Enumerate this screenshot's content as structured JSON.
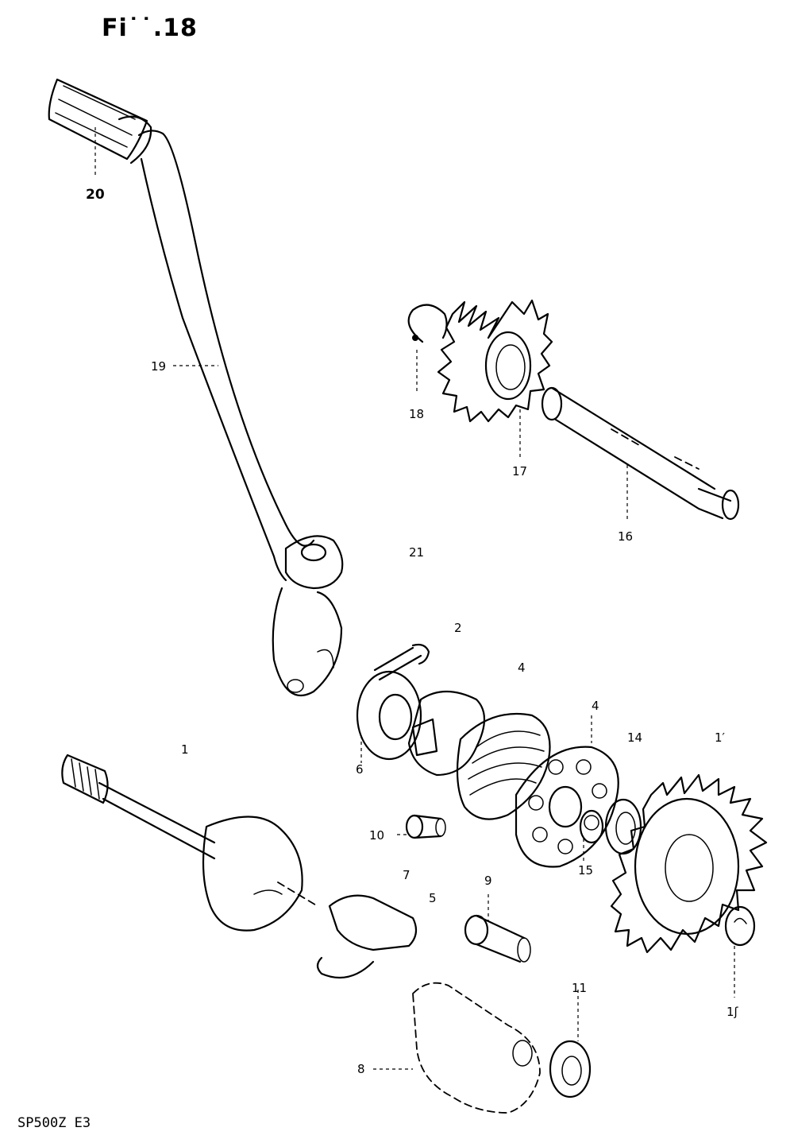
{
  "figure": {
    "title": "Fi˙˙.18",
    "footer": "SP500Z E3"
  },
  "part_labels": {
    "p1": "1",
    "p2": "2",
    "p4": "4",
    "p4b": "4",
    "p5": "5",
    "p6": "6",
    "p7": "7",
    "p8": "8",
    "p9": "9",
    "p10": "10",
    "p11": "11",
    "p12": "1′",
    "p13": "1ʃ",
    "p14": "14",
    "p15": "15",
    "p16": "16",
    "p17": "17",
    "p18": "18",
    "p19": "19",
    "p20": "20",
    "p21": "21"
  }
}
